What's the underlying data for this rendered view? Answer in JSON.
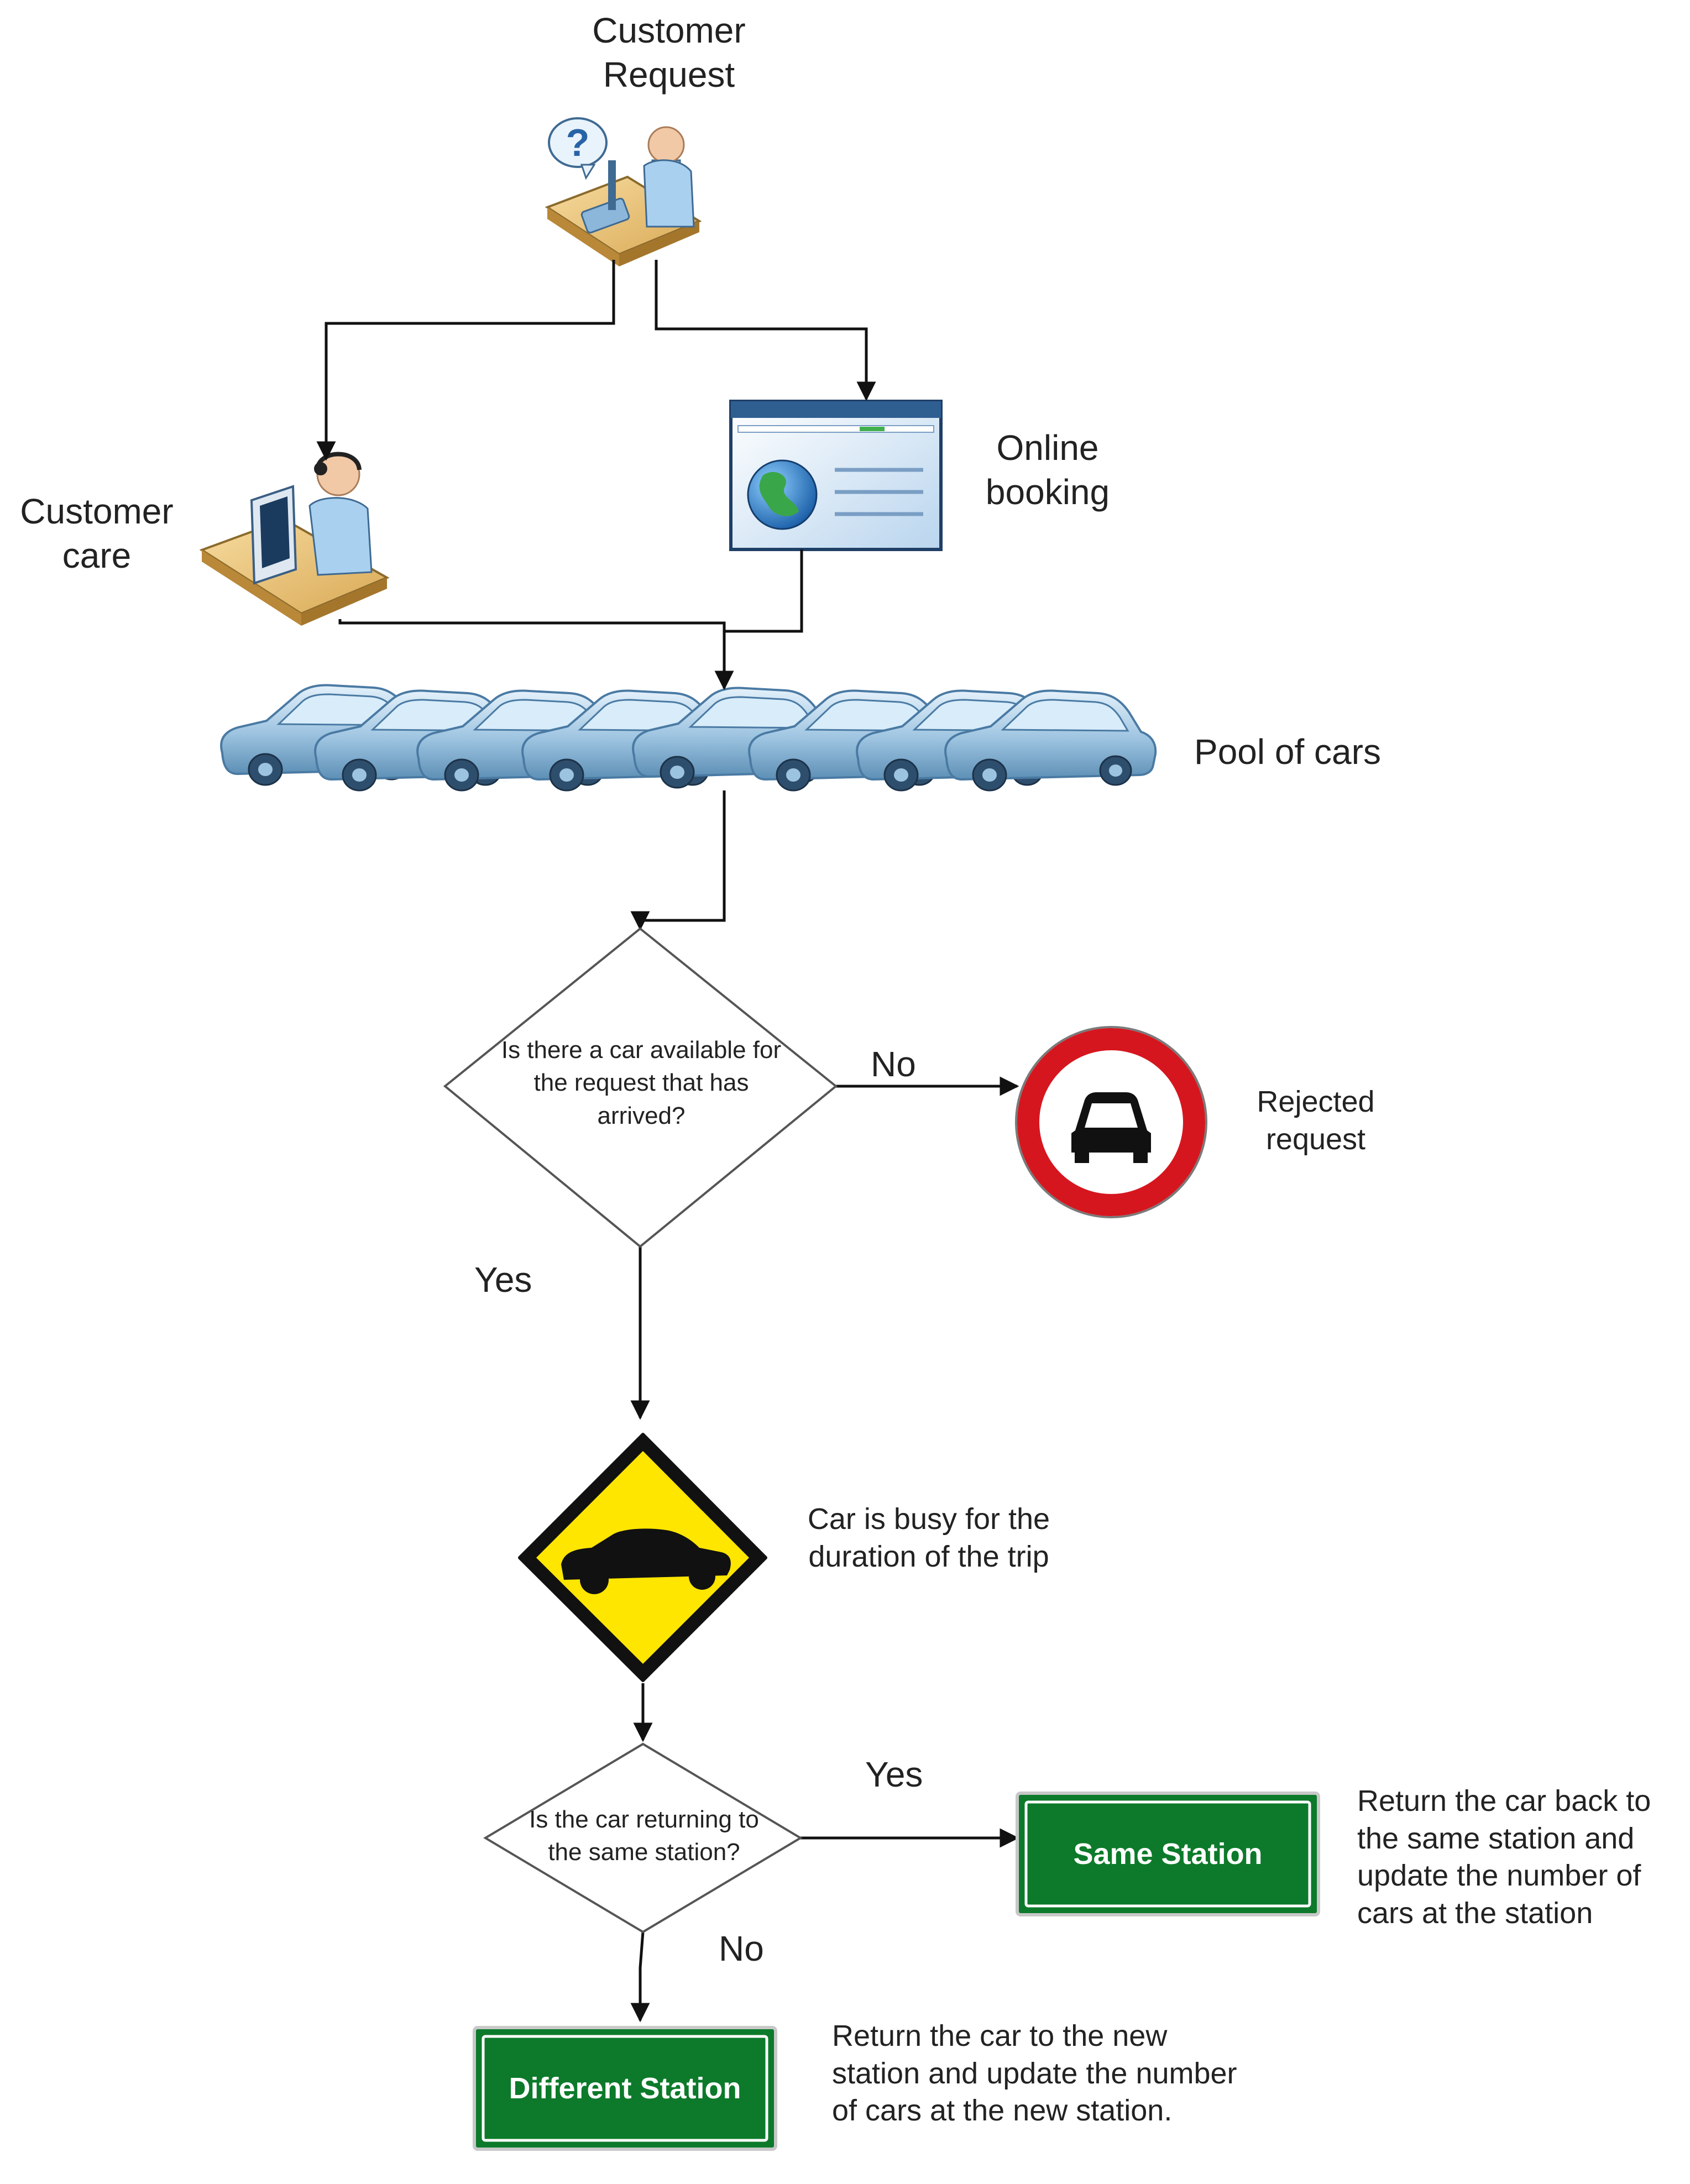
{
  "nodes": {
    "customer_request": {
      "label_line1": "Customer",
      "label_line2": "Request",
      "icon": "person-at-desk-question-icon"
    },
    "customer_care": {
      "label_line1": "Customer",
      "label_line2": "care",
      "icon": "call-center-agent-icon"
    },
    "online_booking": {
      "label_line1": "Online",
      "label_line2": "booking",
      "icon": "web-browser-globe-icon"
    },
    "pool_of_cars": {
      "label": "Pool of cars",
      "icon": "car-fleet-icon"
    },
    "decision_available": {
      "line1": "Is there a car available for",
      "line2": "the request that has",
      "line3": "arrived?"
    },
    "rejected_request": {
      "label_line1": "Rejected",
      "label_line2": "request",
      "icon": "no-vehicles-sign-icon"
    },
    "car_busy": {
      "label_line1": "Car is busy for the",
      "label_line2": "duration of the trip",
      "icon": "car-warning-sign-icon"
    },
    "decision_return": {
      "line1": "Is the car returning to",
      "line2": "the same station?"
    },
    "same_station": {
      "sign": "Same Station",
      "desc_line1": "Return the car back to",
      "desc_line2": "the same station and",
      "desc_line3": "update the number of",
      "desc_line4": "cars at the station"
    },
    "different_station": {
      "sign": "Different Station",
      "desc_line1": "Return the car to the new",
      "desc_line2": "station and update the number",
      "desc_line3": "of cars at the new station."
    }
  },
  "edges": {
    "available_no": "No",
    "available_yes": "Yes",
    "return_yes": "Yes",
    "return_no": "No"
  },
  "colors": {
    "line": "#111111",
    "no_sign_red": "#d6161e",
    "warning_yellow": "#ffe600",
    "station_green": "#0c7a2a",
    "car_blue": "#9cc3e0"
  }
}
